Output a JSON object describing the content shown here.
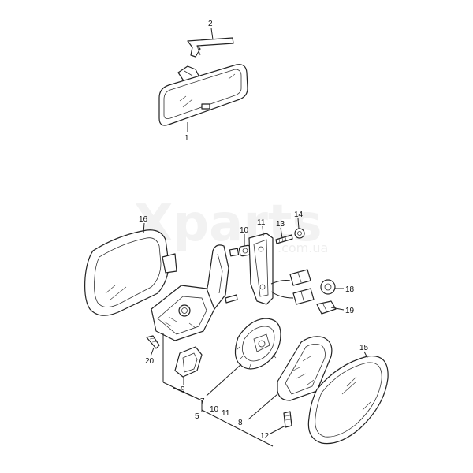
{
  "watermark": {
    "brand": "Xparts",
    "domain": ".com.ua"
  },
  "callouts": {
    "c1": "1",
    "c2": "2",
    "c16": "16",
    "c10a": "10",
    "c11a": "11",
    "c13": "13",
    "c14": "14",
    "c18": "18",
    "c19": "19",
    "c15": "15",
    "c20": "20",
    "c9": "9",
    "c7": "7",
    "c10b": "10",
    "c11b": "11",
    "c5": "5",
    "c8": "8",
    "c12": "12"
  }
}
